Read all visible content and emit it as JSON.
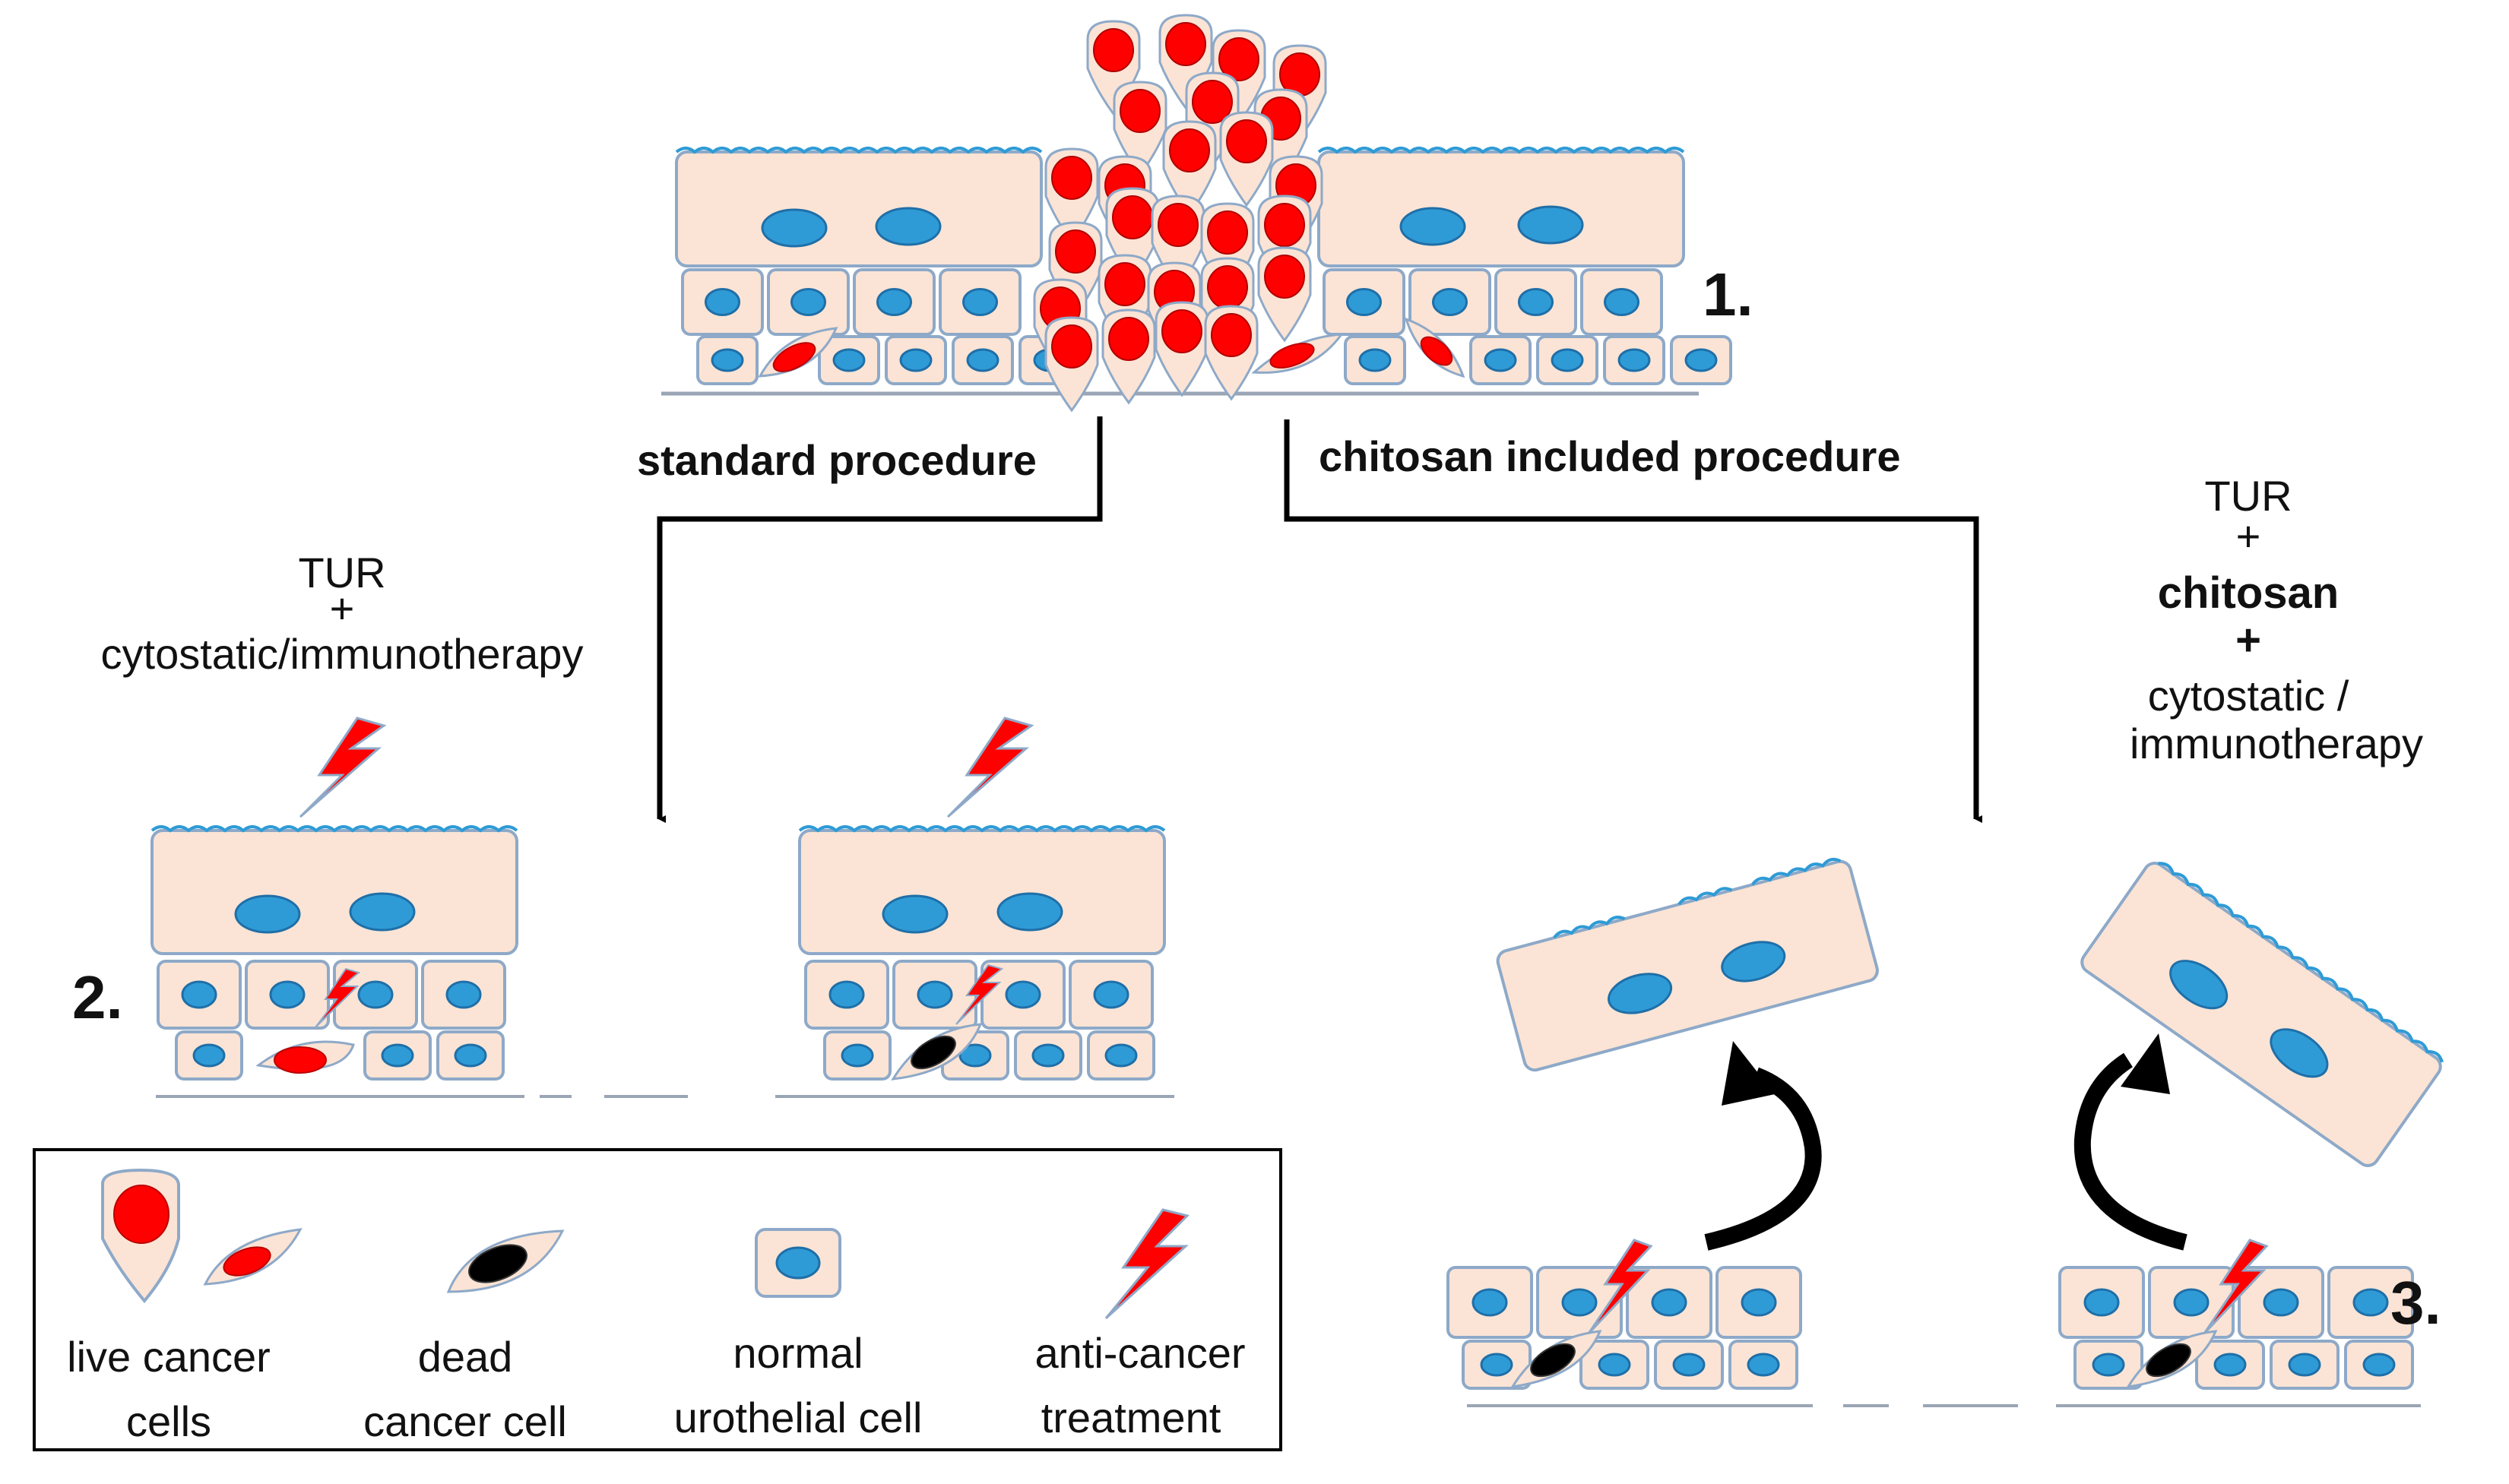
{
  "labels": {
    "step1": "1.",
    "step2": "2.",
    "step3": "3.",
    "standard": "standard procedure",
    "chitosan_proc": "chitosan included procedure"
  },
  "left_treatment": {
    "line1": "TUR",
    "line2": "+",
    "line3": "cytostatic/immunotherapy"
  },
  "right_treatment": {
    "line1": "TUR",
    "line2": "+",
    "line3": "chitosan",
    "line4": "+",
    "line5": "cytostatic /",
    "line6": "immunotherapy"
  },
  "legend": {
    "live_1": "live cancer",
    "live_2": "cells",
    "dead_1": "dead",
    "dead_2": "cancer cell",
    "normal_1": "normal",
    "normal_2": "urothelial cell",
    "treat_1": "anti-cancer",
    "treat_2": "treatment"
  },
  "colors": {
    "cell_fill": "#fbe4d5",
    "cell_stroke": "#8ea9c8",
    "nucleus": "#2f9bd6",
    "cancer": "#ff0000",
    "dead": "#000000",
    "bolt": "#ff0000"
  }
}
